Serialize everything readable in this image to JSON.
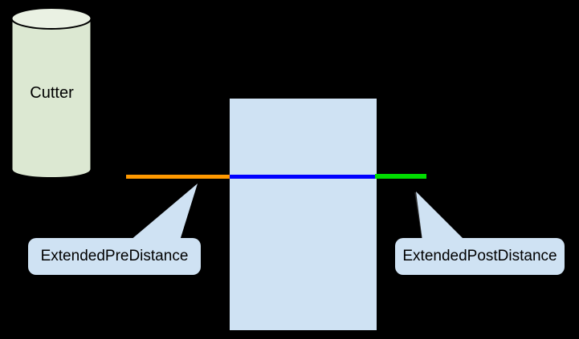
{
  "colors": {
    "background": "#000000",
    "cylinder_body": "#dce8d2",
    "cylinder_top": "#eaf1e3",
    "cylinder_stroke": "#000000",
    "workpiece_fill": "#cfe2f3",
    "callout_fill": "#cfe2f3",
    "leader_line": "#2e2e2e",
    "text": "#000000"
  },
  "cutter": {
    "label": "Cutter"
  },
  "segments": [
    {
      "name": "extended-pre-distance-line",
      "color": "#ff9900"
    },
    {
      "name": "cut-path-line",
      "color": "#0000ff"
    },
    {
      "name": "extended-post-distance-line",
      "color": "#00dd00"
    }
  ],
  "callouts": [
    {
      "label": "ExtendedPreDistance"
    },
    {
      "label": "ExtendedPostDistance"
    }
  ]
}
